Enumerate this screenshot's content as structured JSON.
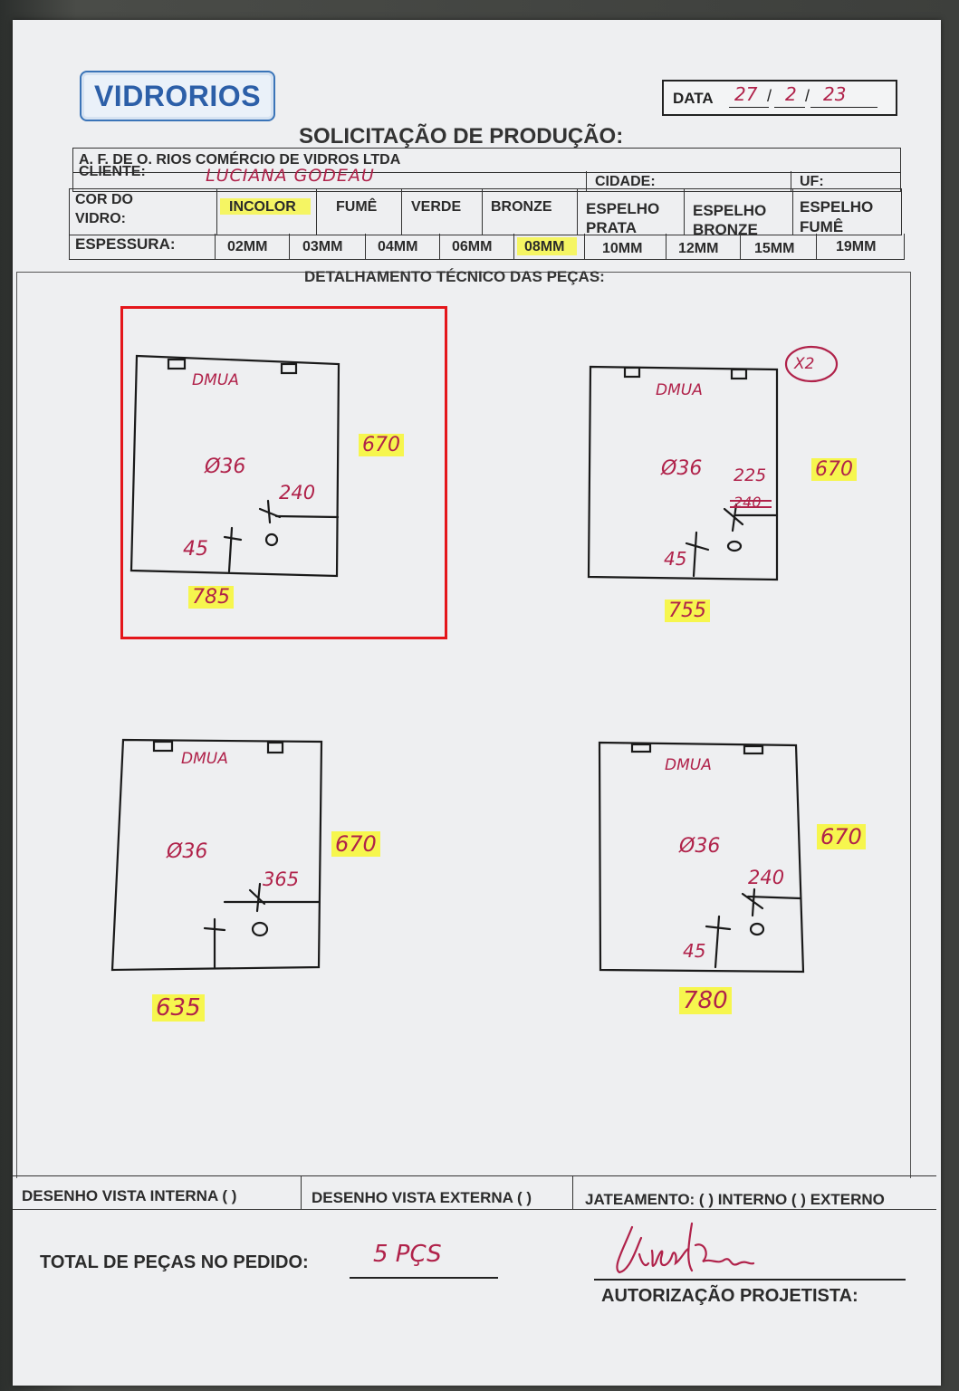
{
  "header": {
    "logo_text": "VIDRORIOS",
    "data_label": "DATA",
    "date_day": "27",
    "date_month": "2",
    "date_year": "23",
    "title": "SOLICITAÇÃO DE PRODUÇÃO:",
    "company": "A. F. DE O. RIOS COMÉRCIO DE VIDROS LTDA",
    "cliente_label": "CLIENTE:",
    "cliente_value": "LUCIANA GODEAU",
    "cidade_label": "CIDADE:",
    "uf_label": "UF:"
  },
  "cor": {
    "label_line1": "COR DO",
    "label_line2": "VIDRO:",
    "options": [
      {
        "line1": "INCOLOR",
        "line2": "",
        "selected": true
      },
      {
        "line1": "FUMÊ",
        "line2": "",
        "selected": false
      },
      {
        "line1": "VERDE",
        "line2": "",
        "selected": false
      },
      {
        "line1": "BRONZE",
        "line2": "",
        "selected": false
      },
      {
        "line1": "ESPELHO",
        "line2": "PRATA",
        "selected": false
      },
      {
        "line1": "ESPELHO",
        "line2": "BRONZE",
        "selected": false
      },
      {
        "line1": "ESPELHO",
        "line2": "FUMÊ",
        "selected": false
      }
    ]
  },
  "espessura": {
    "label": "ESPESSURA:",
    "options": [
      {
        "label": "02MM",
        "selected": false
      },
      {
        "label": "03MM",
        "selected": false
      },
      {
        "label": "04MM",
        "selected": false
      },
      {
        "label": "06MM",
        "selected": false
      },
      {
        "label": "08MM",
        "selected": true
      },
      {
        "label": "10MM",
        "selected": false
      },
      {
        "label": "12MM",
        "selected": false
      },
      {
        "label": "15MM",
        "selected": false
      },
      {
        "label": "19MM",
        "selected": false
      }
    ]
  },
  "detalhamento": {
    "title": "DETALHAMENTO TÉCNICO DAS PEÇAS:",
    "pieces": [
      {
        "label": "DMUA",
        "hole": "Ø36",
        "height": "670",
        "width": "785",
        "offset_a": "240",
        "offset_b": "45",
        "qty": ""
      },
      {
        "label": "DMUA",
        "hole": "Ø36",
        "height": "670",
        "width": "755",
        "offset_a": "225",
        "offset_crossed": "240",
        "offset_b": "45",
        "qty": "X2"
      },
      {
        "label": "DMUA",
        "hole": "Ø36",
        "height": "670",
        "width": "635",
        "offset_a": "365",
        "offset_b": "",
        "qty": ""
      },
      {
        "label": "DMUA",
        "hole": "Ø36",
        "height": "670",
        "width": "780",
        "offset_a": "240",
        "offset_b": "45",
        "qty": ""
      }
    ]
  },
  "footer": {
    "vista_interna": "DESENHO VISTA INTERNA ( )",
    "vista_externa": "DESENHO VISTA EXTERNA ( )",
    "jateamento": "JATEAMENTO: ( ) INTERNO ( ) EXTERNO",
    "total_label": "TOTAL DE PEÇAS NO PEDIDO:",
    "total_value": "5 PÇS",
    "autorizacao_label": "AUTORIZAÇÃO PROJETISTA:"
  },
  "colors": {
    "ink_red": "#b0224a",
    "highlight": "#f6f64a",
    "selection_box": "#e4161b",
    "logo_blue": "#2c5fa8"
  }
}
